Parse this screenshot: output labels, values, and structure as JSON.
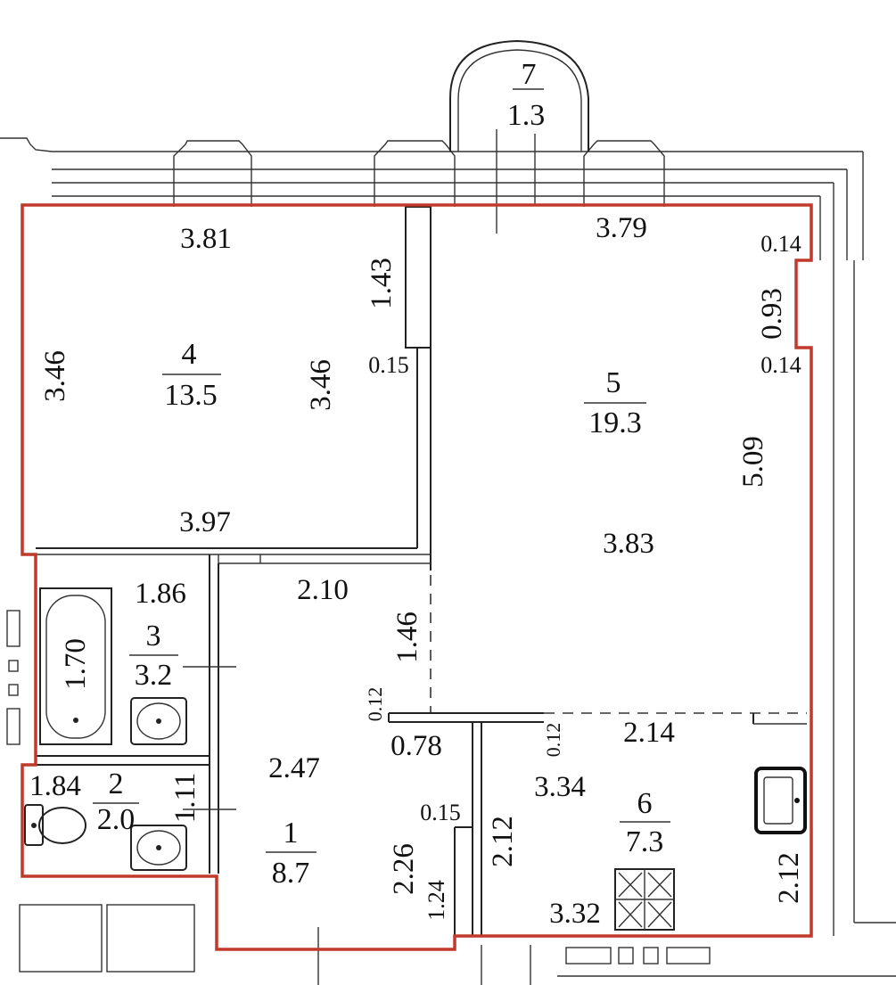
{
  "plan": {
    "rooms": [
      {
        "id": "1",
        "area": "8.7"
      },
      {
        "id": "2",
        "area": "2.0"
      },
      {
        "id": "3",
        "area": "3.2"
      },
      {
        "id": "4",
        "area": "13.5"
      },
      {
        "id": "5",
        "area": "19.3"
      },
      {
        "id": "6",
        "area": "7.3"
      },
      {
        "id": "7",
        "area": "1.3"
      }
    ],
    "dimensions": {
      "r4_top": "3.81",
      "r4_left": "3.46",
      "r4_right": "3.46",
      "r4_bottom": "3.97",
      "niche_height": "1.43",
      "wall_015_a": "0.15",
      "r5_top": "3.79",
      "r5_014_top": "0.14",
      "r5_093": "0.93",
      "r5_014_bottom": "0.14",
      "r5_right": "5.09",
      "r5_width": "3.83",
      "hall_top": "2.10",
      "hall_146": "1.46",
      "hall_012": "0.12",
      "hall_247": "2.47",
      "hall_078": "0.78",
      "hall_015": "0.15",
      "hall_226": "2.26",
      "hall_124": "1.24",
      "bath_186": "1.86",
      "bath_170": "1.70",
      "wc_184": "1.84",
      "wc_111": "1.11",
      "kit_012": "0.12",
      "kit_214": "2.14",
      "kit_334": "3.34",
      "kit_212_left": "2.12",
      "kit_212_right": "2.12",
      "kit_332": "3.32"
    }
  }
}
